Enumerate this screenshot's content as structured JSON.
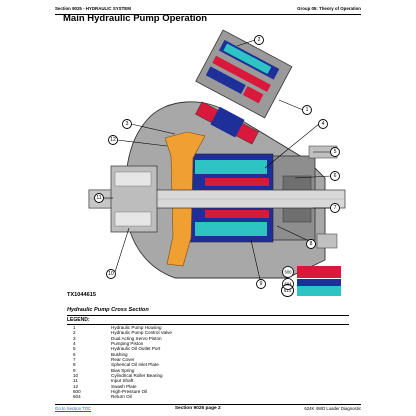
{
  "header": {
    "left": "Section 9025 - HYDRAULIC SYSTEM",
    "right": "Group 05: Theory of Operation"
  },
  "title": "Main Hydraulic Pump Operation",
  "figure_id": "TX1044615",
  "callouts": [
    "1",
    "2",
    "3",
    "4",
    "5",
    "6",
    "7",
    "8",
    "9",
    "10",
    "11",
    "12"
  ],
  "legend_codes": [
    {
      "code": "600",
      "color": "#d9183b"
    },
    {
      "code": "604",
      "color": "#1f2f9a"
    },
    {
      "code": "614",
      "color": "#2ec4c4"
    }
  ],
  "caption": "Hydraulic Pump Cross Section",
  "legend_header": "LEGEND:",
  "legend_items": [
    {
      "num": "1",
      "label": "Hydraulic Pump Housing"
    },
    {
      "num": "2",
      "label": "Hydraulic Pump Control Valve"
    },
    {
      "num": "3",
      "label": "Dual Acting Servo Piston"
    },
    {
      "num": "4",
      "label": "Pumping Piston"
    },
    {
      "num": "5",
      "label": "Hydraulic Oil Outlet Port"
    },
    {
      "num": "6",
      "label": "Bushing"
    },
    {
      "num": "7",
      "label": "Rear Cover"
    },
    {
      "num": "8",
      "label": "Spherical Oil Inlet Plate"
    },
    {
      "num": "9",
      "label": "Bias Spring"
    },
    {
      "num": "10",
      "label": "Cylindrical Roller Bearing"
    },
    {
      "num": "11",
      "label": "Input Shaft"
    },
    {
      "num": "12",
      "label": "Swash Plate"
    },
    {
      "num": "600",
      "label": "High-Pressure Oil"
    },
    {
      "num": "604",
      "label": "Return Oil"
    }
  ],
  "footer": {
    "link": "Go to Section TOC",
    "center": "Section 9025 page 2",
    "right": "624K 4WD Loader Diagnostic"
  }
}
